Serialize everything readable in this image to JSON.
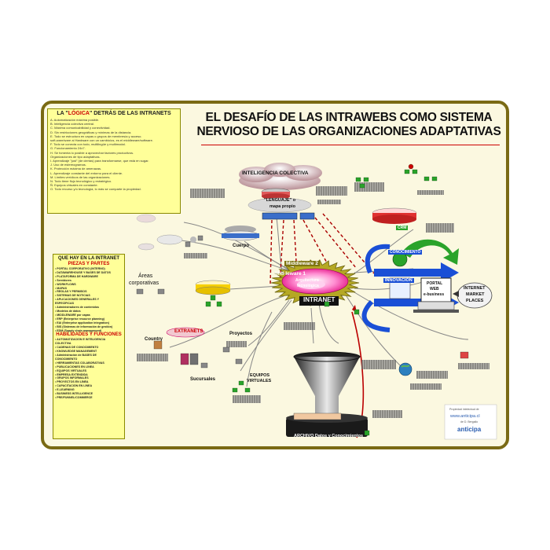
{
  "title": {
    "line1": "EL DESAFÍO DE LAS INTRAWEBS COMO SISTEMA",
    "line2": "NERVIOSO DE LAS ORGANIZACIONES ADAPTATIVAS"
  },
  "logic_panel": {
    "title_pre": "LA \"",
    "title_highlight": "LÓGICA",
    "title_post": "\" DETRÁS DE LAS INTRANETS",
    "items": [
      "A. Automatización máxima posible.",
      "B. Inteligencia colectiva central.",
      "C. Máxima comunicabilidad y conectividad.",
      "D. Sin restricciones geográficas y mínimas de la distancia.",
      "E. Todo se estructura en capas o grupos de membresía y acceso.",
      "   soft-ware/ware al Hardware con un cambio/us, es el middleware/software.",
      "F. Todo se conecta con todo, multilingüe y multimodal.",
      "G. Funcionamiento 24x7.",
      "H. Se fomenta lo posible a aprovechar factores productivos.",
      "   Organizaciones de tipo adaptativas.",
      "I. Aprendizaje \"just\" (de ciertas) para transformarse, que está en sugar.",
      "J. Uso de estereogramas.",
      "K. Protección máxima de amenazas.",
      "L. Aprendizaje constante del entorno para el cliente.",
      "M. Límites verídicos de las organizaciones.",
      "N. Todo tiene flujo tecnológico y estratégico.",
      "Ñ. Equipos virtuales en constante.",
      "O. Todo recurso y/o tecnología, lo más se comparte la propiedad."
    ]
  },
  "hay_panel": {
    "header1": "QUE HAY EN LA INTRANET",
    "header2": "PIEZAS Y PARTES",
    "items": [
      "• PORTAL CORPORATIVO (INTERNO)",
      "• DATAWAREHOUSE Y BASES DE DATOS",
      "• PLATAFORMA DE HARDWARE",
      "• Servidores",
      "• WORKFLOWS",
      "• MAPAS",
      "• REGLAS Y PERMISOS",
      "• SISTEMAS DE NOTICIAS",
      "• APLICACIONES GENERALES Y",
      "  ESPECÍFICAS",
      "    • Administradores de contenidos",
      "    • Modelos de datos",
      "• MIDDLEWARE por capas",
      "• ERP (Enterprise resource planning)",
      "• EAI (Enterprise application integration)",
      "• BIS (Sistemas de información de gestión)",
      "• EDM (Supply chain management)"
    ],
    "header3": "HABILIDADES Y FUNCIONES",
    "items2": [
      "• AUTOMATIZACIÓN E INTELIGENCIA",
      "  COLECTIVA",
      "• CADENAS DE CONOCIMIENTO",
      "• KNOWLEDGE MANAGEMENT",
      "• Administración de BASES DE",
      "  CONOCIMIENTO",
      "• HERRAMIENTAS COLABORATIVAS",
      "• PUBLICACIONES EN LÍNEA",
      "• EQUIPOS VIRTUALES",
      "• EMPRESA EXTENDIDA",
      "• GRUPOS INFORMALES",
      "• PROYECTOS EN LÍNEA",
      "• CAPACITACIÓN EN LÍNEA",
      "• E-LEARNING",
      "• BUSINESS INTELLIGENCE",
      "• PRE/FUNNEL/COMMERCE"
    ]
  },
  "nodes": {
    "inteligencia": "INTELIGENCIA COLECTIVA",
    "lenguaje1": "\"LENGUAJE\" o",
    "lenguaje2": "mapa propio",
    "middleware2": "Middleware 2",
    "middleware1": "Mid-leware 1",
    "arquitectura1": "Arquitectura",
    "arquitectura2": "tecnológica",
    "intranet": "INTRANET",
    "cuerpo": "Cuerpo",
    "areas1": "Áreas",
    "areas2": "corporativas",
    "extranets": "EXTRANETS",
    "country": "Country",
    "proyectos": "Proyectos",
    "sucursales": "Sucursales",
    "equipos1": "EQUIPOS",
    "equipos2": "VIRTUALES",
    "crm": "CRM",
    "conocimiento": "CONOCIMIENTO",
    "innovacion": "INNOVACIÓN",
    "portal1": "PORTAL",
    "portal2": "WEB",
    "portal3": "e-business",
    "market1": "INTERNET",
    "market2": "MARKET",
    "market3": "PLACES",
    "archivo": "ARCHIVO Datos y Conocimientos"
  },
  "watermark": {
    "line1": "Propiedad intelectual de",
    "line2": "www.anticipa.cl",
    "line3": "de D. Bergallo",
    "line4": "anticipa"
  },
  "colors": {
    "frame": "#7a6a14",
    "panel": "#ffff99",
    "intranet_burst": "#b5a824",
    "middleware1": "#e0007a",
    "arrow_blue": "#1a4fd6",
    "arrow_green": "#2aa32a"
  }
}
